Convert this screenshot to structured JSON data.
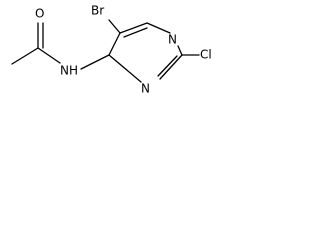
{
  "molecule": {
    "atoms": {
      "bromine": "Br",
      "chlorine": "Cl",
      "oxygen": "O",
      "amide_nh": "NH",
      "ring_n_upper": "N",
      "ring_n_lower": "N"
    },
    "colors": {
      "bond": "#000000",
      "label": "#000000",
      "background": "#ffffff"
    }
  }
}
